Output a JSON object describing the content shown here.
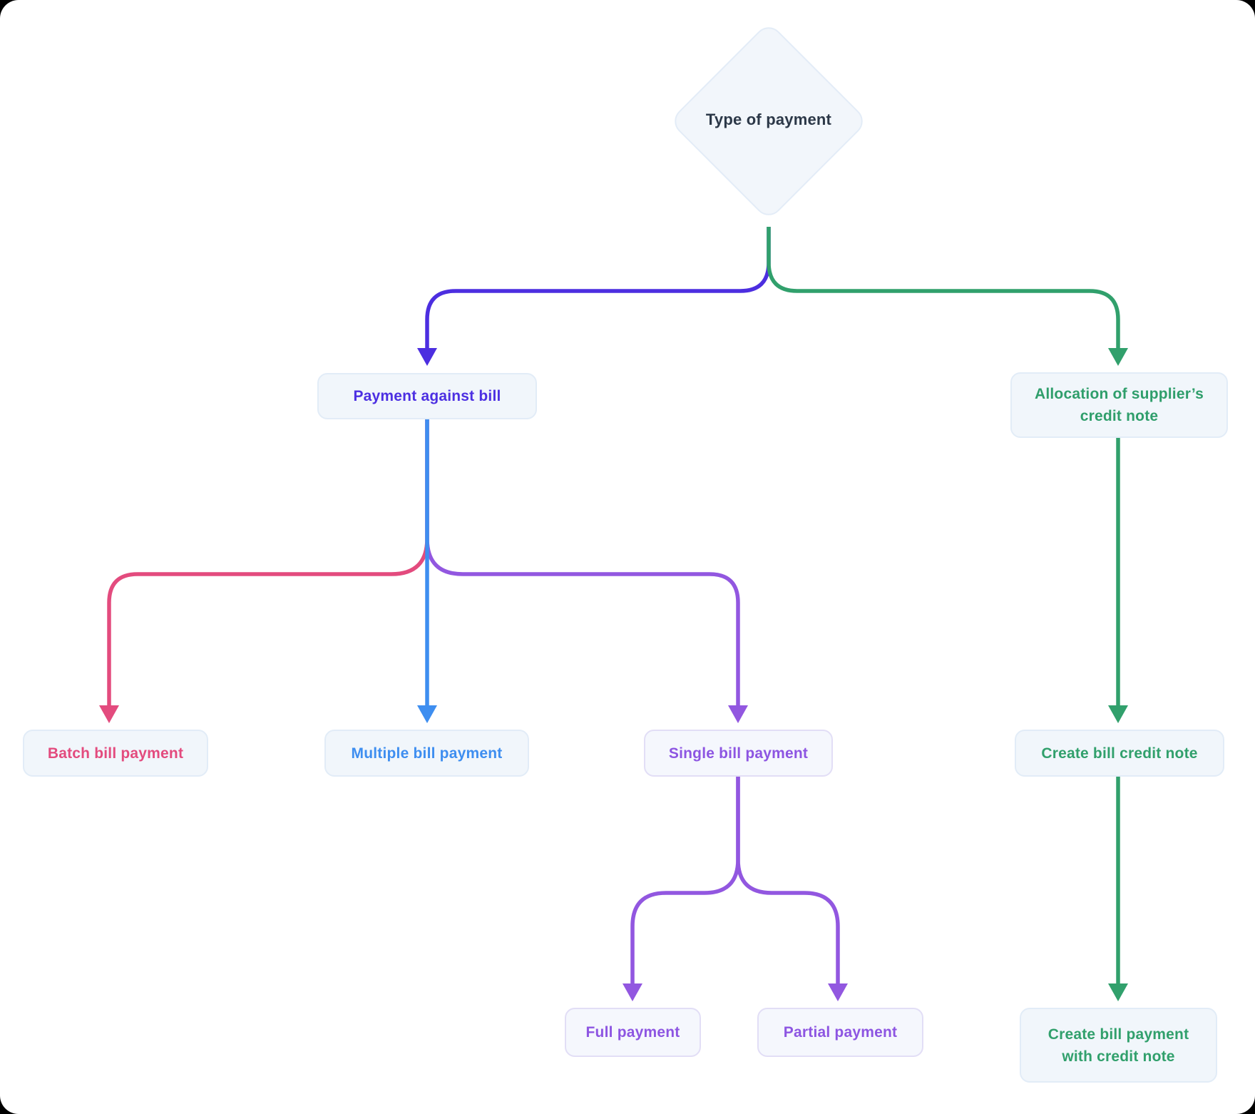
{
  "flowchart": {
    "colors": {
      "indigo": "#4c2ee0",
      "green": "#31a06c",
      "pink": "#e34b7e",
      "blue": "#3e8ef0",
      "purple": "#9257e0",
      "node_fill": "#f1f6fb",
      "node_border": "#e2ecf7",
      "diamond_fill": "#f2f6fb",
      "title_text": "#2c3848"
    },
    "nodes": {
      "root": {
        "label": "Type of payment",
        "color": "#2c3848"
      },
      "payment": {
        "label": "Payment against bill",
        "color": "#4c2fe2"
      },
      "allocation": {
        "label": "Allocation of supplier’s credit note",
        "color": "#2f9e6b"
      },
      "batch": {
        "label": "Batch bill payment",
        "color": "#e34b7e"
      },
      "multiple": {
        "label": "Multiple bill payment",
        "color": "#3e8ef0"
      },
      "single": {
        "label": "Single bill payment",
        "color": "#8d55e2"
      },
      "create_credit_note": {
        "label": "Create bill credit note",
        "color": "#31a06c"
      },
      "full": {
        "label": "Full payment",
        "color": "#8d55e2"
      },
      "partial": {
        "label": "Partial payment",
        "color": "#8d55e2"
      },
      "create_bill_payment": {
        "label": "Create bill payment with credit note",
        "color": "#31a06c"
      }
    }
  }
}
